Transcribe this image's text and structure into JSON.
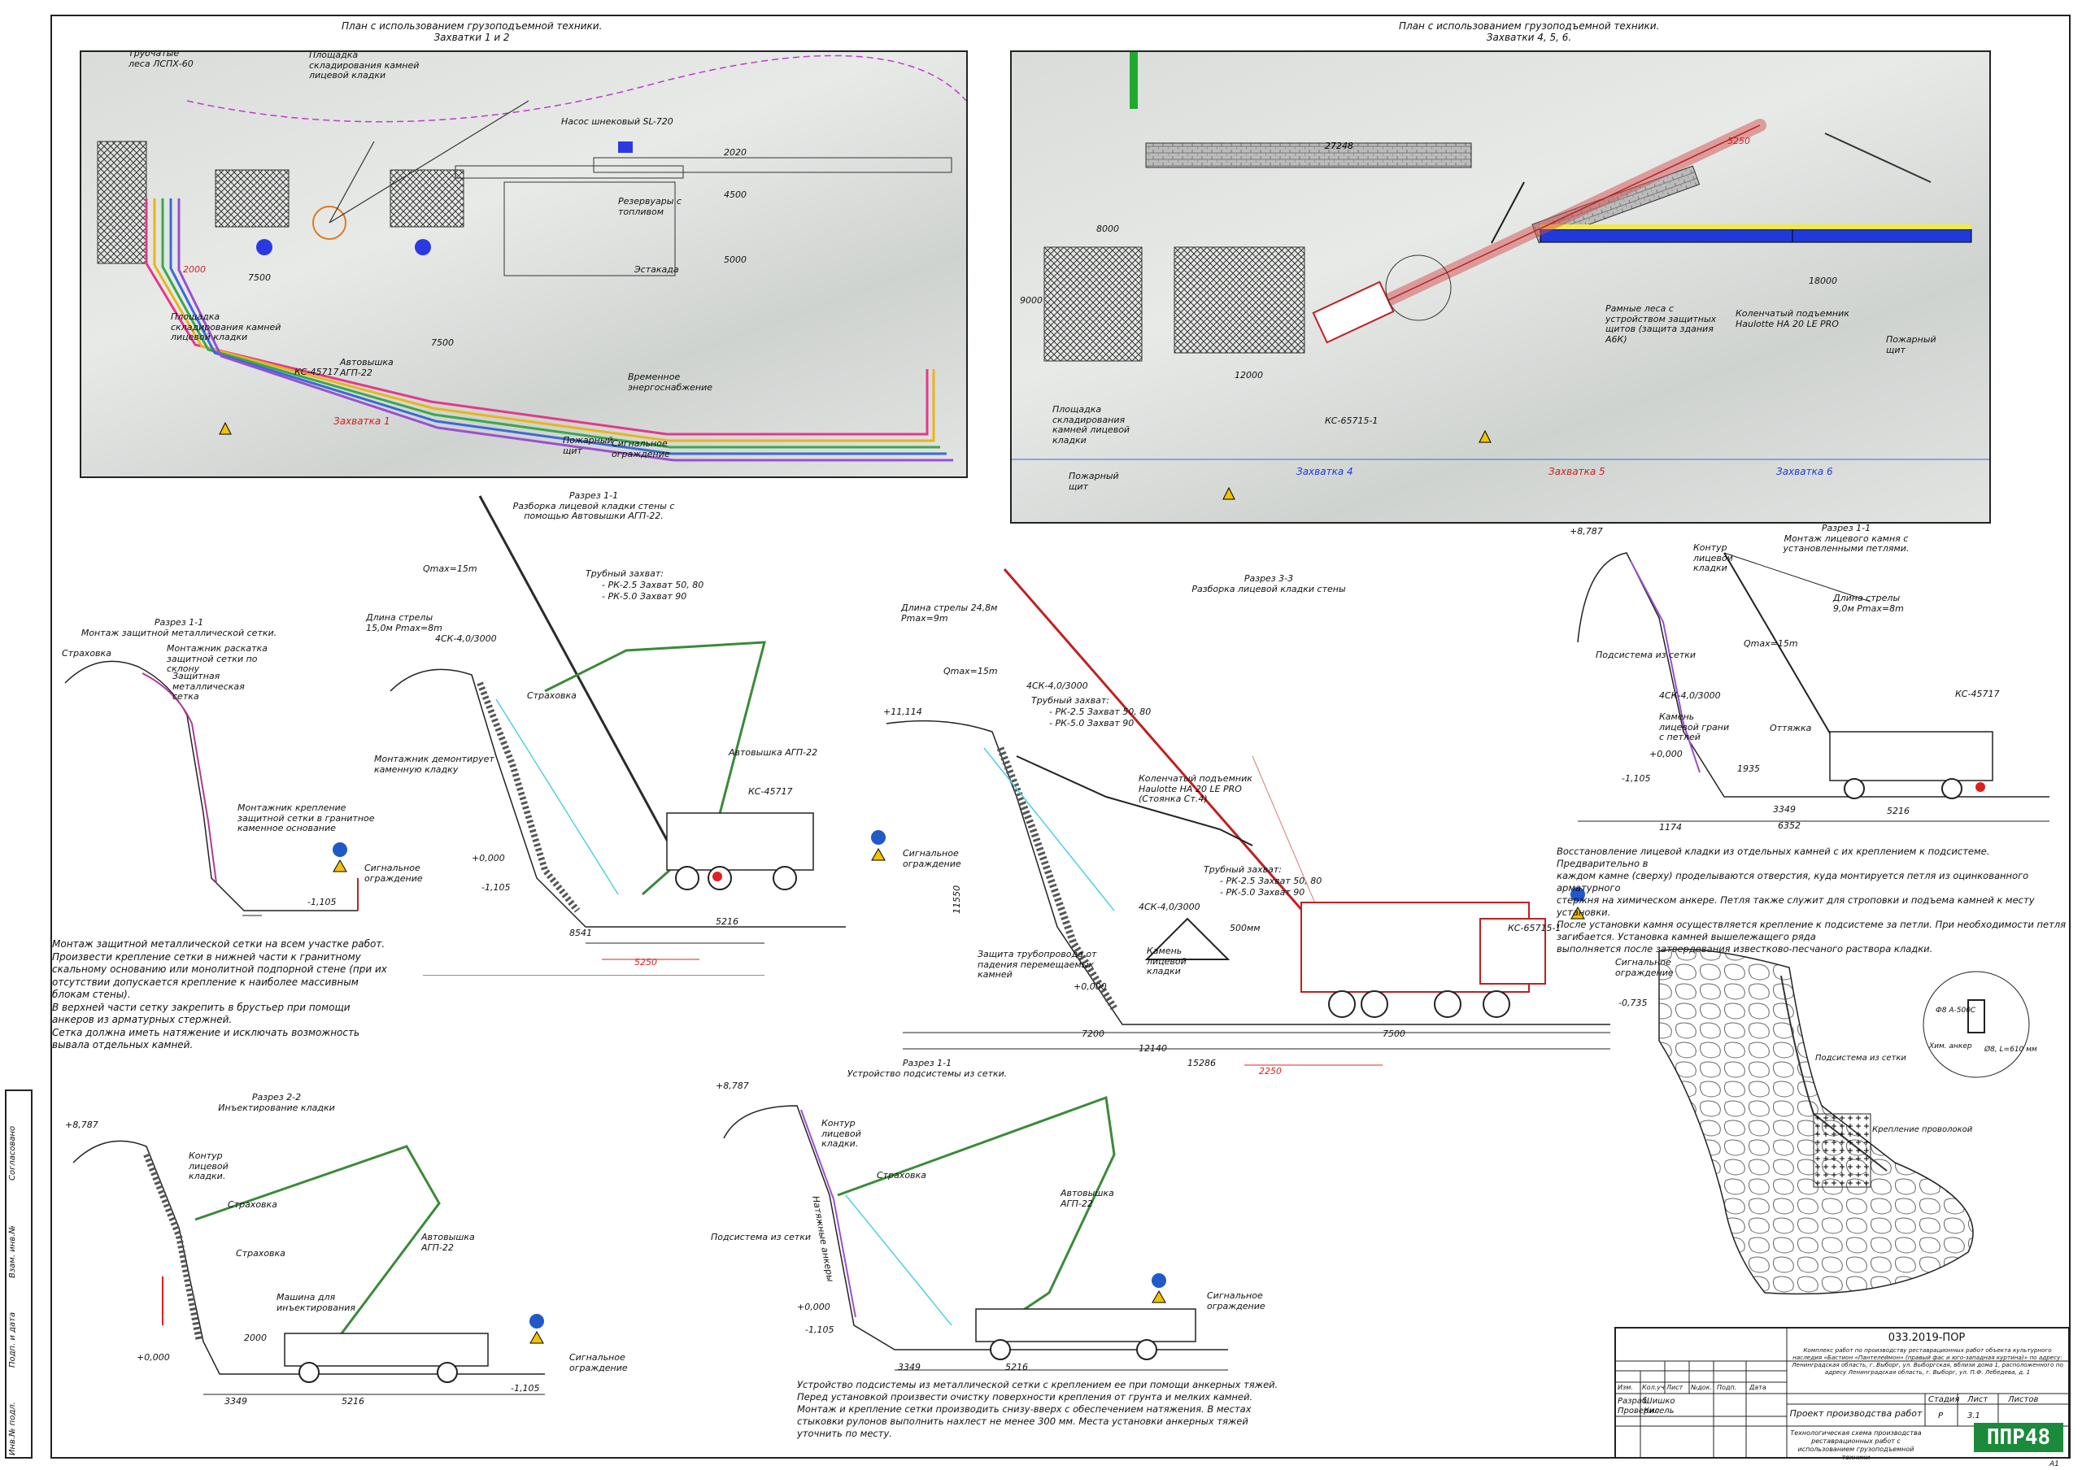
{
  "plan_left": {
    "title": "План с использованием грузоподъемной техники.",
    "subtitle": "Захватки 1 и 2",
    "labels": {
      "scaffold": "Трубчатые леса ЛСПХ-60",
      "storage_top": "Площадка складирования камней лицевой кладки",
      "pump": "Насос шнековый SL-720",
      "tank": "Резервуары с топливом",
      "overpass": "Эстакада",
      "storage_left": "Площадка складирования камней лицевой кладки",
      "lift": "Автовышка АГП-22",
      "power": "Временное энергоснабжение",
      "fire": "Пожарный щит",
      "fence": "Сигнальное ограждение",
      "zone": "Захватка 1",
      "crane": "КС-45717",
      "dims": [
        "7500",
        "7500",
        "2000",
        "5000",
        "4500",
        "2020"
      ]
    }
  },
  "plan_right": {
    "title": "План с использованием грузоподъемной техники.",
    "subtitle": "Захватки 4, 5, 6.",
    "labels": {
      "frame_scaffold": "Рамные леса с устройством защитных щитов (защита здания А6К)",
      "knuckle": "Коленчатый подъемник Haulotte HA 20 LE PRO",
      "storage": "Площадка складирования камней лицевой кладки",
      "crane": "КС-65715-1",
      "fire": "Пожарный щит",
      "fire2": "Пожарный щит",
      "zone4": "Захватка 4",
      "zone5": "Захватка 5",
      "zone6": "Захватка 6",
      "dims": [
        "27248",
        "5250",
        "8000",
        "9000",
        "12000",
        "18000"
      ]
    }
  },
  "sec_mesh": {
    "title": "Разрез 1-1",
    "subtitle": "Монтаж защитной металлической сетки.",
    "labels": {
      "belay": "Страховка",
      "rigger": "Монтажник раскатка защитной сетки по склону",
      "mesh": "Защитная металлическая сетка",
      "anchor": "Монтажник крепление защитной сетки в гранитное каменное основание",
      "fence": "Сигнальное ограждение",
      "level": "-1,105"
    }
  },
  "sec_dismantle": {
    "title": "Разрез 1-1",
    "subtitle": "Разборка лицевой кладки стены с помощью Автовышки АГП-22.",
    "labels": {
      "qmax": "Qmax=15m",
      "boom": "Длина стрелы 15,0м Pmax=8m",
      "sling": "4СК-4,0/3000",
      "grab": "Трубный захват:",
      "grab1": "- РК-2.5 Захват 50, 80",
      "grab2": "- РК-5.0 Захват 90",
      "belay": "Страховка",
      "worker": "Монтажник демонтирует каменную кладку",
      "lift": "Автовышка АГП-22",
      "crane": "КС-45717",
      "fence": "Сигнальное ограждение",
      "lvl0": "+0,000",
      "lvl1": "-1,105",
      "d1": "8541",
      "d2": "5216",
      "d3": "5250"
    }
  },
  "sec_33": {
    "title": "Разрез 3-3",
    "subtitle": "Разборка лицевой кладки стены",
    "labels": {
      "boom": "Длина стрелы 24,8м Pmax=9m",
      "qmax": "Qmax=15m",
      "sling": "4СК-4,0/3000",
      "grab": "Трубный захват:",
      "grab1": "- РК-2.5 Захват 50, 80",
      "grab2": "- РК-5.0 Захват 90",
      "knuckle": "Коленчатый подъемник Haulotte HA 20 LE PRO (Стоянка Ст.4)",
      "protect": "Защита трубопровода от падения перемещаемых камней",
      "stone": "Камень лицевой кладки",
      "crane": "КС-65715-1",
      "fence": "Сигнальное ограждение",
      "lvl_top": "+11,114",
      "lvl0": "+0,000",
      "lvl1": "-0,735",
      "d1": "7200",
      "d2": "7500",
      "d3": "12140",
      "d4": "15286",
      "d5": "2250",
      "h": "11550",
      "h2": "500мм"
    }
  },
  "sec_stone": {
    "title": "Разрез 1-1",
    "subtitle": "Монтаж лицевого камня с установленными петлями.",
    "labels": {
      "top": "+8,787",
      "contour": "Контур лицевой кладки",
      "boom": "Длина стрелы 9,0м Pmax=8m",
      "qmax": "Qmax=15m",
      "subsystem": "Подсистема из сетки",
      "sling": "4СК-4,0/3000",
      "stone": "Камень лицевой грани с петлей",
      "guy": "Оттяжка",
      "crane": "КС-45717",
      "lvl0": "+0,000",
      "lvl1": "-1,105",
      "d1": "1174",
      "d2": "3349",
      "d3": "6352",
      "d4": "5216",
      "h": "1935"
    }
  },
  "note_mesh": [
    "Монтаж защитной металлической сетки на всем участке работ.",
    "Произвести крепление сетки в нижней части к гранитному",
    "скальному основанию или монолитной подпорной стене (при их",
    "отсутствии допускается крепление к наиболее массивным",
    "блокам стены).",
    "В верхней части сетку закрепить в брустьер при помощи",
    "анкеров из арматурных стержней.",
    "Сетка должна иметь натяжение и исключать возможность",
    "вывала отдельных камней."
  ],
  "note_restore": [
    "Восстановление лицевой кладки из отдельных камней с их креплением к подсистеме. Предварительно в",
    "каждом камне (сверху) проделываются отверстия, куда монтируется петля из оцинкованного арматурного",
    "стержня на химическом анкере. Петля также служит для строповки и подъема камней к месту установки.",
    "После установки камня осуществляется крепление к подсистеме за петли. При необходимости петля",
    "загибается. Установка камней вышележащего ряда",
    "выполняется после затвердевания известково-песчаного раствора кладки."
  ],
  "sec_22": {
    "title": "Разрез 2-2",
    "subtitle": "Инъектирование кладки",
    "labels": {
      "top": "+8,787",
      "contour": "Контур лицевой кладки.",
      "belay": "Страховка",
      "belay2": "Страховка",
      "machine": "Машина для инъектирования",
      "lift": "Автовышка АГП-22",
      "fence": "Сигнальное ограждение",
      "lvl0": "+0,000",
      "lvl1": "-1,105",
      "d1": "3349",
      "d2": "5216",
      "h": "2000"
    }
  },
  "sec_sub": {
    "title": "Разрез 1-1",
    "subtitle": "Устройство подсистемы из сетки.",
    "labels": {
      "top": "+8,787",
      "contour": "Контур лицевой кладки.",
      "belay": "Страховка",
      "subsystem": "Подсистема из сетки",
      "anchors": "Натяжные анкеры",
      "lift": "Автовышка АГП-22",
      "fence": "Сигнальное ограждение",
      "lvl0": "+0,000",
      "lvl1": "-1,105",
      "d1": "3349",
      "d2": "5216"
    }
  },
  "note_sub": [
    "Устройство подсистемы из металлической сетки с креплением ее при помощи анкерных тяжей.",
    "Перед установкой произвести очистку поверхности крепления от грунта и мелких камней.",
    "Монтаж и крепление сетки производить снизу-вверх с обеспечением натяжения. В местах",
    "стыковки рулонов выполнить нахлест не менее 300 мм. Места установки анкерных тяжей",
    "уточнить по месту."
  ],
  "detail": {
    "subsystem": "Подсистема из сетки",
    "fasten": "Крепление проволокой",
    "bar": "Ф8 А-500С",
    "note1": "Хим. анкер",
    "note2": "Ø8, L=610 мм"
  },
  "title_block": {
    "code": "033.2019-ПОР",
    "description": "Комплекс работ по производству реставрационных работ объекта культурного наследия «Бастион «Пантелеймон» (правый фас и юго-западная куртина)» по адресу: Ленинградская область, г. Выборг, ул. Выборгская, вблизи дома 1, расположенного по адресу Ленинградская область, г. Выборг, ул. П.Ф. Лебедева, д. 1",
    "project": "Проект производства работ",
    "sheet_title": "Технологическая схема производства реставрационных работ с использованием грузоподъемной техники",
    "cols": [
      "Изм.",
      "Кол.уч.",
      "Лист",
      "№док.",
      "Подп.",
      "Дата"
    ],
    "dev_role": "Разраб.",
    "dev_name": "Шишко",
    "chk_role": "Проверил",
    "chk_name": "Кисель",
    "stage_h": "Стадия",
    "sheet_h": "Лист",
    "sheets_h": "Листов",
    "stage": "Р",
    "sheet": "3.1",
    "logo": "ППР48",
    "format": "А1"
  },
  "side_stamp": [
    "Инв.№ подл.",
    "Подп. и дата",
    "Взам. инв.№",
    "Согласовано"
  ]
}
